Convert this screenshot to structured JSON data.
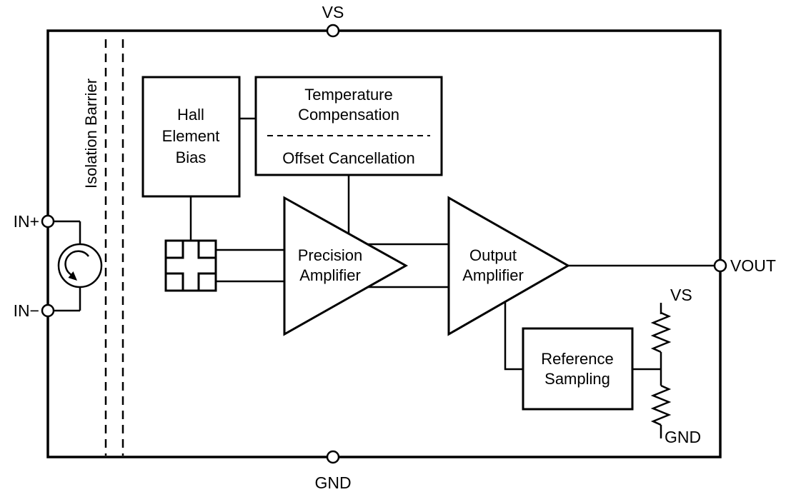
{
  "diagram": {
    "type": "block-diagram",
    "colors": {
      "stroke": "#000000",
      "background": "#ffffff"
    },
    "terminals": {
      "vs_top": "VS",
      "gnd_bottom": "GND",
      "in_plus": "IN+",
      "in_minus": "IN−",
      "vout": "VOUT"
    },
    "isolation": {
      "label": "Isolation Barrier"
    },
    "blocks": {
      "hall_bias": {
        "line1": "Hall",
        "line2": "Element",
        "line3": "Bias"
      },
      "temp_comp": {
        "line1": "Temperature",
        "line2": "Compensation",
        "line3": "Offset Cancellation"
      },
      "precision_amp": {
        "line1": "Precision",
        "line2": "Amplifier"
      },
      "output_amp": {
        "line1": "Output",
        "line2": "Amplifier"
      },
      "ref_sampling": {
        "line1": "Reference",
        "line2": "Sampling"
      }
    },
    "divider": {
      "top": "VS",
      "bottom": "GND"
    }
  }
}
